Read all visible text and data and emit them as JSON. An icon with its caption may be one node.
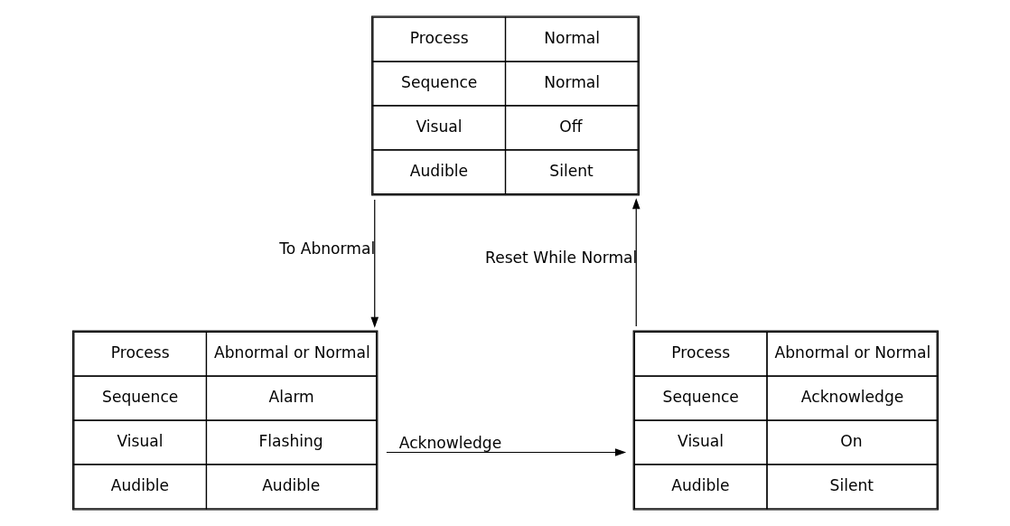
{
  "diagram": {
    "nodes": [
      {
        "text": [
          "Process",
          "Normal",
          "Sequence",
          "Normal",
          "Visual",
          "Off",
          "Audible",
          "Silent"
        ]
      },
      {
        "text": [
          "Process",
          "Abnormal or Normal",
          "Sequence",
          "Acknowledge",
          "Visual",
          "On",
          "Audible",
          "Silent"
        ]
      },
      {
        "text": [
          "Process",
          "Abnormal or Normal",
          "Sequence",
          "Alarm",
          "Visual",
          "Flashing",
          "Audible",
          "Audible"
        ]
      }
    ],
    "edges": [
      {
        "from": 0,
        "to": 2,
        "arrow": "to",
        "label": "To Abnormal"
      },
      {
        "from": 2,
        "to": 1,
        "arrow": "to",
        "label": "Acknowledge"
      },
      {
        "from": 1,
        "to": 0,
        "arrow": "to",
        "label": "Reset While Normal"
      }
    ]
  }
}
